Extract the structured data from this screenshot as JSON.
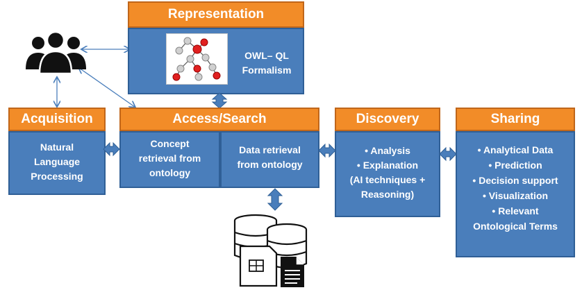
{
  "representation": {
    "title": "Representation",
    "text_line1": "OWL– QL",
    "text_line2": "Formalism",
    "icon": "ontology-graph-icon"
  },
  "acquisition": {
    "title": "Acquisition",
    "lines": [
      "Natural",
      "Language",
      "Processing"
    ]
  },
  "access": {
    "title": "Access/Search",
    "left_lines": [
      "Concept",
      "retrieval from",
      "ontology"
    ],
    "right_lines": [
      "Data retrieval",
      "from ontology"
    ]
  },
  "discovery": {
    "title": "Discovery",
    "items": [
      "• Analysis",
      "• Explanation",
      "(AI techniques +",
      "Reasoning)"
    ]
  },
  "sharing": {
    "title": "Sharing",
    "items": [
      "• Analytical Data",
      "• Prediction",
      "• Decision support",
      "• Visualization",
      "• Relevant",
      "Ontological Terms"
    ]
  },
  "icons": {
    "users": "users-group-icon",
    "database": "database-icon",
    "documents": "document-icon"
  },
  "colors": {
    "header": "#f28c28",
    "body": "#4a7ebb",
    "arrow": "#4a7ebb"
  }
}
